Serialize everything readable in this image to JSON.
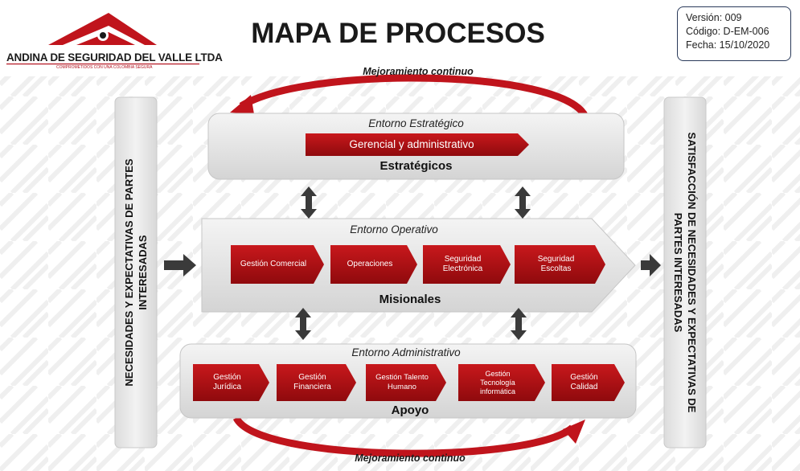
{
  "header": {
    "title": "MAPA DE PROCESOS",
    "company_name": "ANDINA DE SEGURIDAD DEL VALLE LTDA",
    "company_tagline": "COMPROMETIDOS CON UNA COLOMBIA SEGURA"
  },
  "document_info": {
    "version": "Versión:  009",
    "code": "Código:   D-EM-006",
    "date": "Fecha: 15/10/2020"
  },
  "loops": {
    "top_label": "Mejoramiento continuo",
    "bottom_label": "Mejoramiento continuo"
  },
  "side_panels": {
    "left_lines": [
      "NECESIDADES Y EXPECTATIVAS DE PARTES",
      "INTERESADAS"
    ],
    "right_lines": [
      "SATISFACCIÓN DE NECESIDADES Y EXPECTATIVAS DE",
      "PARTES INTERESADAS"
    ]
  },
  "strategic": {
    "environment": "Entorno Estratégico",
    "section": "Estratégicos",
    "processes": [
      {
        "lines": [
          "Gerencial y administrativo"
        ]
      }
    ]
  },
  "operational": {
    "environment": "Entorno Operativo",
    "section": "Misionales",
    "processes": [
      {
        "lines": [
          "Gestión Comercial"
        ]
      },
      {
        "lines": [
          "Operaciones"
        ]
      },
      {
        "lines": [
          "Seguridad",
          "Electrónica"
        ]
      },
      {
        "lines": [
          "Seguridad",
          "Escoltas"
        ]
      }
    ]
  },
  "support": {
    "environment": "Entorno Administrativo",
    "section": "Apoyo",
    "processes": [
      {
        "lines": [
          "Gestión",
          "Jurídica"
        ]
      },
      {
        "lines": [
          "Gestión",
          "Financiera"
        ]
      },
      {
        "lines": [
          "Gestión Talento",
          "Humano"
        ]
      },
      {
        "lines": [
          "Gestión",
          "Tecnología",
          "informática"
        ]
      },
      {
        "lines": [
          "Gestión",
          "Calidad"
        ]
      }
    ]
  },
  "colors": {
    "brand_red": "#b3121f",
    "chevron_red": "#a50d12",
    "panel_gray": "#e6e6e6",
    "arrow_gray": "#3a3a3a",
    "doc_border": "#2a3a5a"
  }
}
